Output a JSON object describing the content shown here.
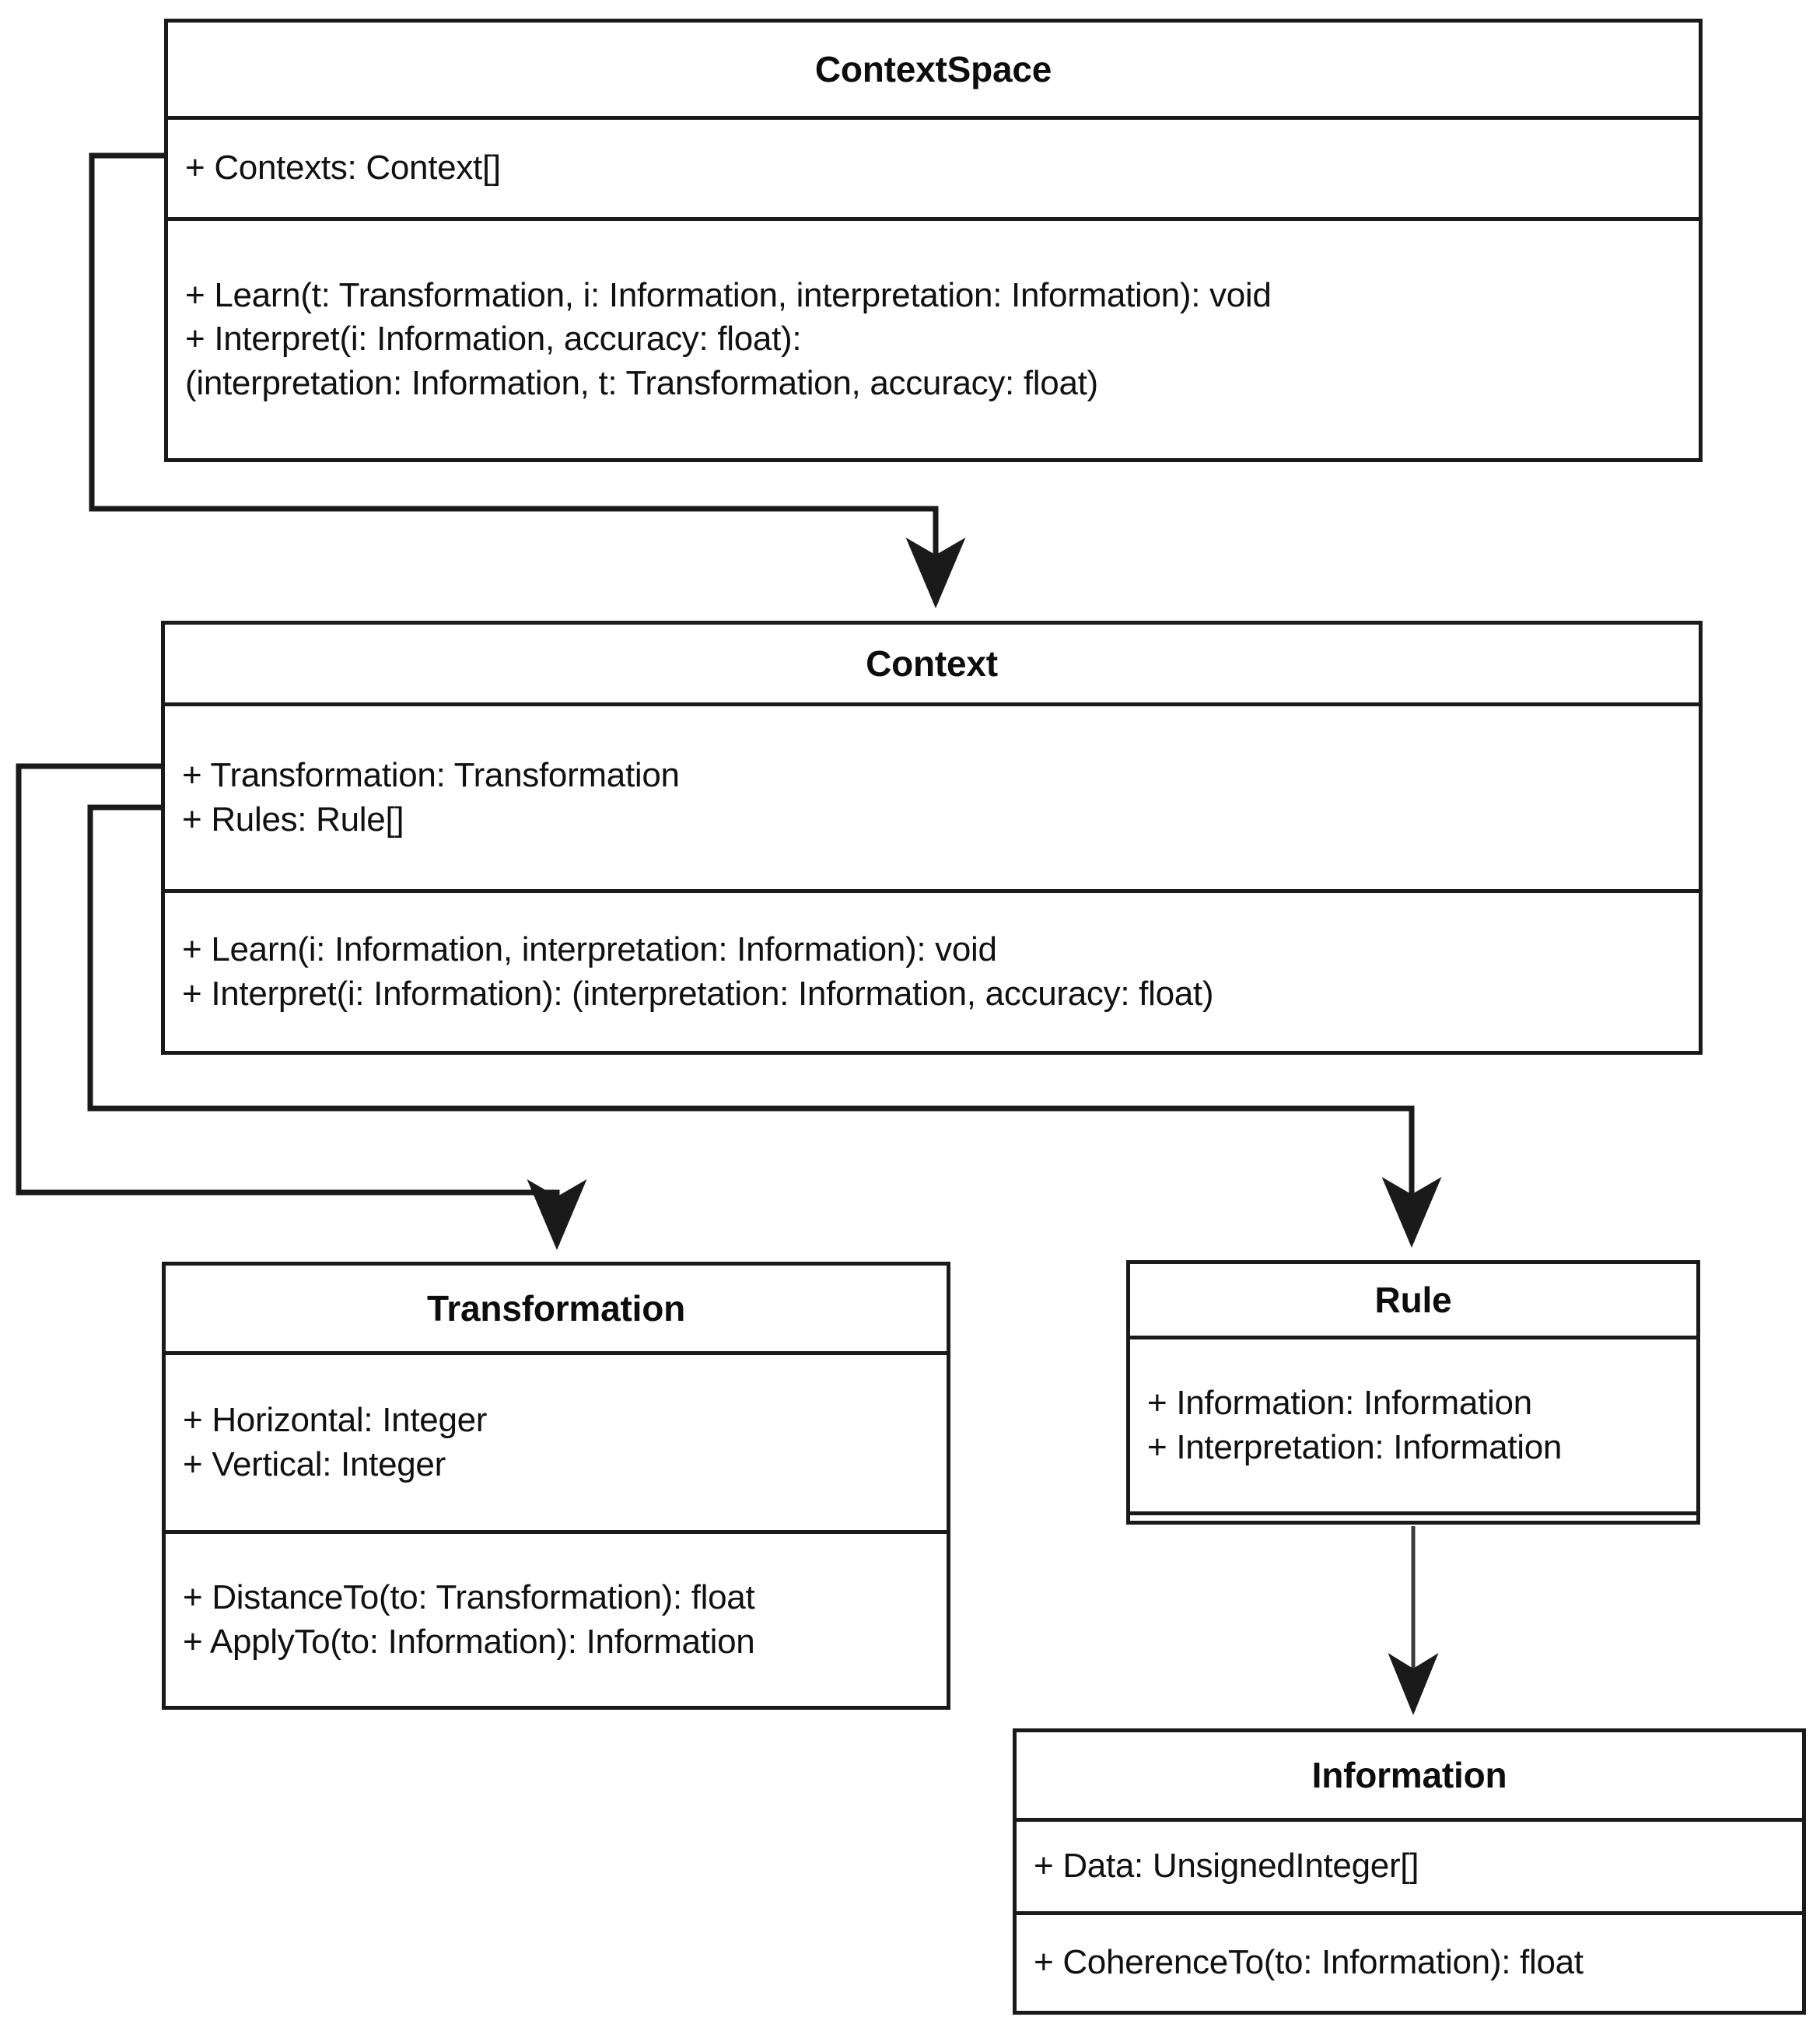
{
  "diagram": {
    "kind": "uml-class-diagram",
    "stroke_color": "#1a1a1a",
    "text_color": "#111111",
    "background": "#ffffff"
  },
  "classes": {
    "contextspace": {
      "name": "ContextSpace",
      "attributes": [
        "+ Contexts: Context[]"
      ],
      "operations": [
        "+ Learn(t: Transformation, i: Information, interpretation: Information): void",
        "+ Interpret(i: Information, accuracy: float):",
        "(interpretation: Information, t: Transformation, accuracy: float)"
      ]
    },
    "context": {
      "name": "Context",
      "attributes": [
        "+ Transformation: Transformation",
        "+ Rules: Rule[]"
      ],
      "operations": [
        "+ Learn(i: Information, interpretation: Information): void",
        "+ Interpret(i: Information): (interpretation: Information, accuracy: float)"
      ]
    },
    "transformation": {
      "name": "Transformation",
      "attributes": [
        "+ Horizontal: Integer",
        "+ Vertical: Integer"
      ],
      "operations": [
        "+ DistanceTo(to: Transformation): float",
        "+ ApplyTo(to: Information): Information"
      ]
    },
    "rule": {
      "name": "Rule",
      "attributes": [
        "+ Information: Information",
        "+ Interpretation: Information"
      ],
      "operations": []
    },
    "information": {
      "name": "Information",
      "attributes": [
        "+ Data: UnsignedInteger[]"
      ],
      "operations": [
        "+ CoherenceTo(to: Information): float"
      ]
    }
  },
  "relationships": [
    {
      "id": "contextspace-to-context",
      "from": "ContextSpace",
      "to": "Context",
      "source_member": "+ Contexts: Context[]"
    },
    {
      "id": "context-to-transformation",
      "from": "Context",
      "to": "Transformation",
      "source_member": "+ Transformation: Transformation"
    },
    {
      "id": "context-to-rule",
      "from": "Context",
      "to": "Rule",
      "source_member": "+ Rules: Rule[]"
    },
    {
      "id": "rule-to-information",
      "from": "Rule",
      "to": "Information",
      "source_member": ""
    }
  ]
}
